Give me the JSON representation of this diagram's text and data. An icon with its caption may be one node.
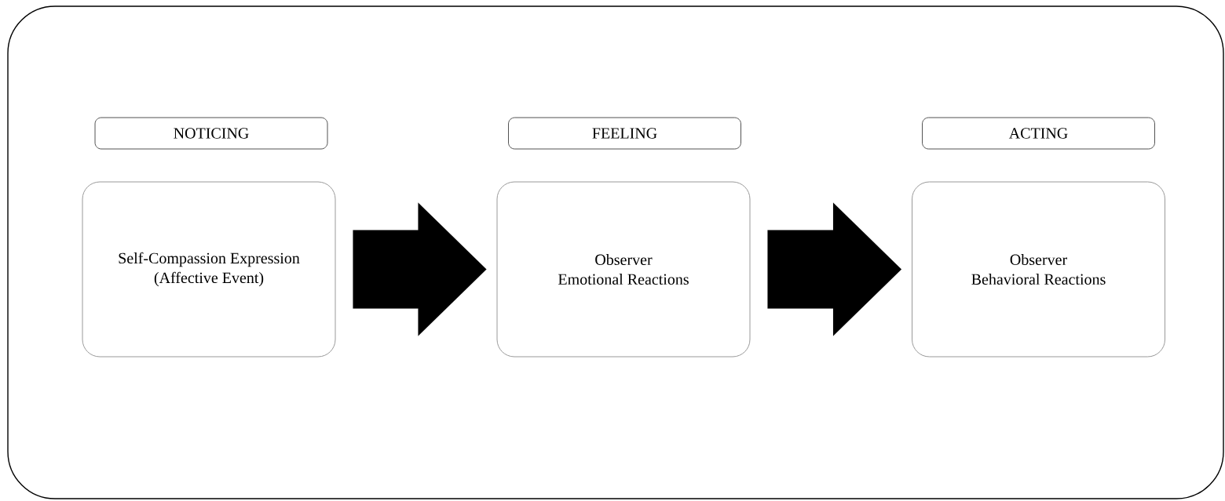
{
  "diagram": {
    "nodes": [
      {
        "text": [],
        "shape": "box"
      },
      {
        "text": [
          "NOTICING"
        ],
        "in": 0
      },
      {
        "text": [
          "FEELING"
        ],
        "in": 0
      },
      {
        "text": [
          "ACTING"
        ],
        "in": 0
      },
      {
        "text": [
          "Self-Compassion Expression (Affective Event)"
        ],
        "in": 0
      },
      {
        "text": [
          "Observer Emotional Reactions"
        ],
        "in": 0
      },
      {
        "text": [
          "Observer Behavioral Reactions"
        ],
        "in": 0
      }
    ],
    "edges": [
      {
        "from": 4,
        "to": 5,
        "arrow": "to",
        "style": "thick"
      },
      {
        "from": 5,
        "to": 6,
        "arrow": "to",
        "style": "thick"
      }
    ]
  }
}
